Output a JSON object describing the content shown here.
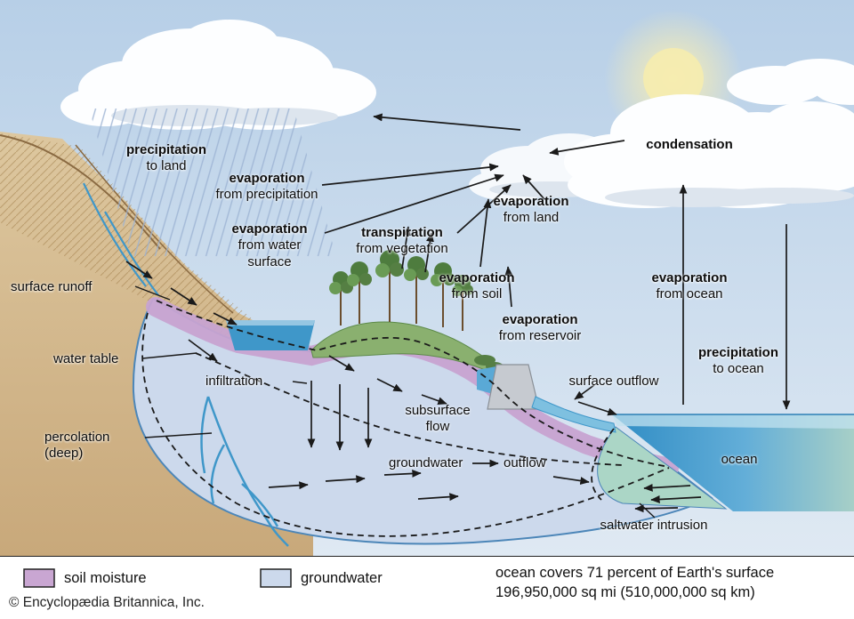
{
  "labels": {
    "precipitation_to_land": {
      "bold": "precipitation",
      "rest": "to land"
    },
    "evaporation_from_precipitation": {
      "bold": "evaporation",
      "rest": "from precipitation"
    },
    "evaporation_from_water_surface": {
      "bold": "evaporation",
      "rest": "from water surface"
    },
    "transpiration_from_vegetation": {
      "bold": "transpiration",
      "rest": "from vegetation"
    },
    "evaporation_from_land": {
      "bold": "evaporation",
      "rest": "from land"
    },
    "condensation": {
      "bold": "condensation"
    },
    "evaporation_from_soil": {
      "bold": "evaporation",
      "rest": "from soil"
    },
    "evaporation_from_reservoir": {
      "bold": "evaporation",
      "rest": "from reservoir"
    },
    "evaporation_from_ocean": {
      "bold": "evaporation",
      "rest": "from ocean"
    },
    "precipitation_to_ocean": {
      "bold": "precipitation",
      "rest": "to ocean"
    },
    "surface_runoff": {
      "text": "surface runoff"
    },
    "water_table": {
      "text": "water table"
    },
    "infiltration": {
      "text": "infiltration"
    },
    "percolation_deep": {
      "line1": "percolation",
      "line2": "(deep)"
    },
    "subsurface_flow": {
      "text": "subsurface flow"
    },
    "surface_outflow": {
      "text": "surface outflow"
    },
    "groundwater": {
      "text": "groundwater"
    },
    "outflow": {
      "text": "outflow"
    },
    "ocean": {
      "text": "ocean"
    },
    "saltwater_intrusion": {
      "text": "saltwater intrusion"
    }
  },
  "legend": {
    "items": [
      {
        "label": "soil moisture",
        "color": "#c9a6d2"
      },
      {
        "label": "groundwater",
        "color": "#ccd9ec"
      }
    ],
    "note_line1": "ocean covers 71 percent of Earth's surface",
    "note_line2": "196,950,000 sq mi (510,000,000 sq km)"
  },
  "credit": "© Encyclopædia Britannica, Inc.",
  "colors": {
    "soil_moisture": "#c9a6d2",
    "groundwater": "#ccd9ec",
    "ocean_blue": "#4f9ecf",
    "saltwater_teal": "#abd6c6",
    "sky": "#bcd3e8"
  }
}
